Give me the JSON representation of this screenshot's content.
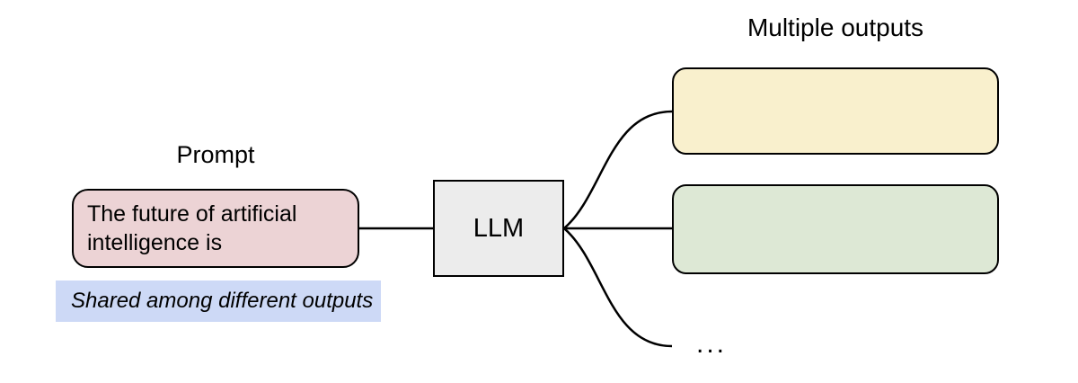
{
  "diagram": {
    "prompt_label": "Prompt",
    "outputs_label": "Multiple outputs",
    "prompt_box": {
      "lines": [
        "The future of artificial",
        "intelligence is"
      ],
      "full_text": "The future of artificial intelligence is"
    },
    "llm_box": {
      "label": "LLM"
    },
    "note": {
      "text": "Shared among different outputs"
    },
    "ellipsis": "...",
    "colors": {
      "prompt_fill": "#ecd3d5",
      "llm_fill": "#ececec",
      "output_top_fill": "#f9f0cd",
      "output_middle_fill": "#dde8d5",
      "note_bg": "#cdd9f6",
      "stroke": "#000000",
      "background": "#ffffff"
    }
  }
}
